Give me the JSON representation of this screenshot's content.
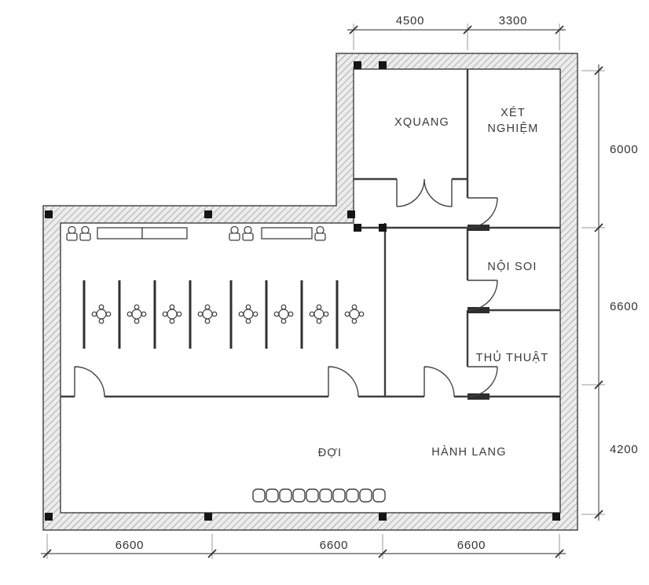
{
  "rooms": {
    "xquang": "XQUANG",
    "xet_nghiem_line1": "XÉT",
    "xet_nghiem_line2": "NGHIỆM",
    "noi_soi": "NỘI SOI",
    "thu_thuat": "THỦ THUẬT",
    "doi": "ĐỢI",
    "hanh_lang": "HÀNH LANG"
  },
  "dimensions": {
    "top": [
      "4500",
      "3300"
    ],
    "right": [
      "6000",
      "6600",
      "4200"
    ],
    "bottom": [
      "6600",
      "6600",
      "6600"
    ]
  }
}
